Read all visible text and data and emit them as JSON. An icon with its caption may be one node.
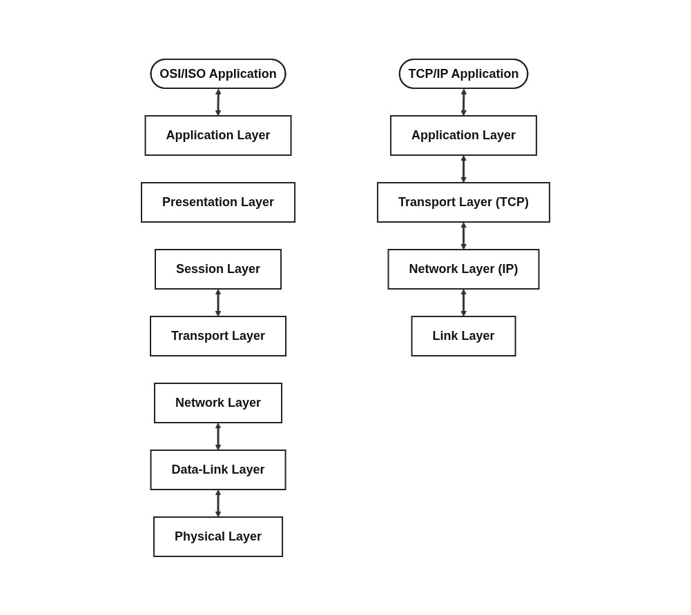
{
  "diagram": {
    "nodes": [
      {
        "text": [
          "OSI/ISO Application"
        ]
      },
      {
        "text": [
          "Application Layer"
        ]
      },
      {
        "text": [
          "Presentation Layer"
        ]
      },
      {
        "text": [
          "Session Layer"
        ]
      },
      {
        "text": [
          "Transport Layer"
        ]
      },
      {
        "text": [
          "Network Layer"
        ]
      },
      {
        "text": [
          "Data-Link Layer"
        ]
      },
      {
        "text": [
          "Physical Layer"
        ]
      },
      {
        "text": [
          "TCP/IP Application"
        ]
      },
      {
        "text": [
          "Application Layer"
        ]
      },
      {
        "text": [
          "Transport Layer (TCP)"
        ]
      },
      {
        "text": [
          "Network Layer (IP)"
        ]
      },
      {
        "text": [
          "Link Layer"
        ]
      }
    ],
    "edges": [
      {
        "from": 0,
        "to": 1,
        "arrow": "both"
      },
      {
        "from": 3,
        "to": 4,
        "arrow": "both"
      },
      {
        "from": 5,
        "to": 6,
        "arrow": "both"
      },
      {
        "from": 6,
        "to": 7,
        "arrow": "both"
      },
      {
        "from": 8,
        "to": 9,
        "arrow": "both"
      },
      {
        "from": 9,
        "to": 10,
        "arrow": "both"
      },
      {
        "from": 10,
        "to": 11,
        "arrow": "both"
      },
      {
        "from": 11,
        "to": 12,
        "arrow": "both"
      }
    ]
  }
}
